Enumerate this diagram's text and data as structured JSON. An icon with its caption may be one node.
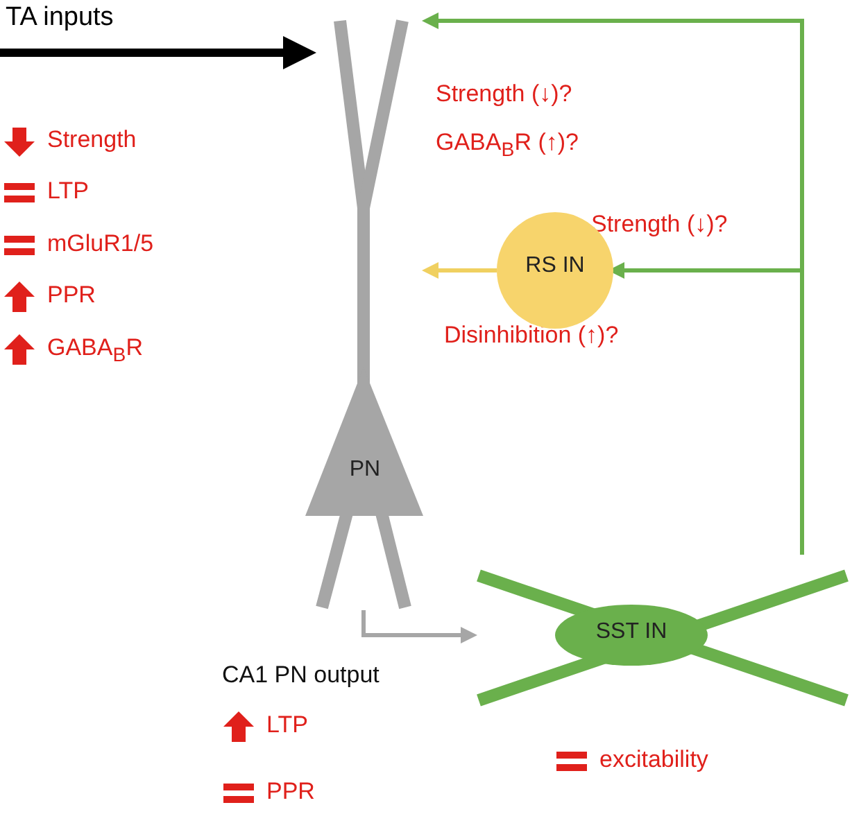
{
  "diagram": {
    "nodes": [
      {
        "text": [
          "PN"
        ]
      },
      {
        "text": [
          "RS IN"
        ]
      },
      {
        "text": [
          "SST IN"
        ]
      }
    ],
    "edges": [
      {
        "from": null,
        "to": 0,
        "arrow": "to",
        "label": "TA inputs",
        "style": "thick",
        "color": "#000000"
      },
      {
        "from": 2,
        "to": 0,
        "arrow": "to",
        "color": "#6ab04c"
      },
      {
        "from": 2,
        "to": 1,
        "arrow": "to",
        "label": "Strength (↓)?",
        "color": "#6ab04c"
      },
      {
        "from": 1,
        "to": 0,
        "arrow": "to",
        "label": "Disinhibition (↑)?",
        "color": "#f0d060"
      },
      {
        "from": 0,
        "to": 2,
        "arrow": "to",
        "color": "#a6a6a6"
      }
    ],
    "labels": [
      "Strength",
      "LTP",
      "mGluR1/5",
      "PPR",
      "GABA$_{B}$R",
      "Strength (↓)?",
      "GABA$_{B}$R (↑)?",
      "CA1 PN output",
      "LTP",
      "PPR",
      "excitability"
    ]
  }
}
